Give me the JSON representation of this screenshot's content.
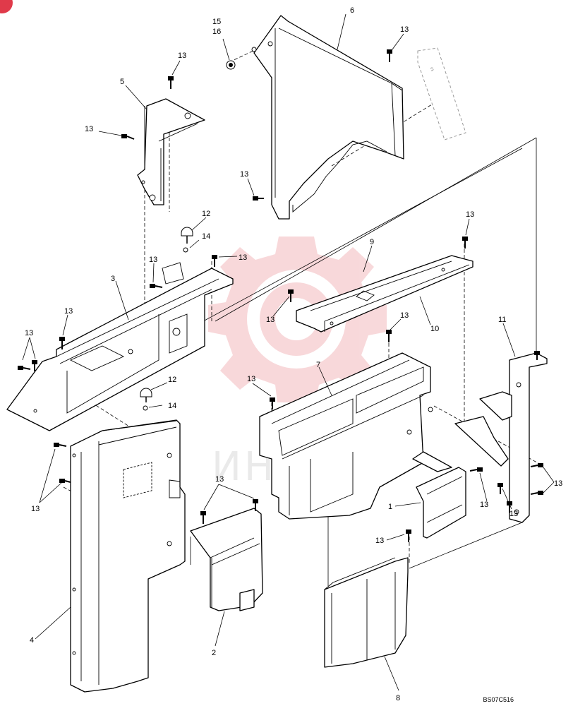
{
  "diagram": {
    "drawing_code": "BS07C516",
    "watermark_text": "ИНТЕХ",
    "colors": {
      "line": "#000000",
      "watermark": "#f3b9bd",
      "badge": "#e03a4a"
    },
    "callouts": [
      {
        "id": "c1",
        "label": "1"
      },
      {
        "id": "c2",
        "label": "2"
      },
      {
        "id": "c3",
        "label": "3"
      },
      {
        "id": "c4",
        "label": "4"
      },
      {
        "id": "c5",
        "label": "5"
      },
      {
        "id": "c6",
        "label": "6"
      },
      {
        "id": "c7",
        "label": "7"
      },
      {
        "id": "c8",
        "label": "8"
      },
      {
        "id": "c9",
        "label": "9"
      },
      {
        "id": "c10",
        "label": "10"
      },
      {
        "id": "c11",
        "label": "11"
      },
      {
        "id": "c12a",
        "label": "12"
      },
      {
        "id": "c12b",
        "label": "12"
      },
      {
        "id": "c13",
        "label": "13"
      },
      {
        "id": "c14a",
        "label": "14"
      },
      {
        "id": "c14b",
        "label": "14"
      },
      {
        "id": "c15",
        "label": "15"
      },
      {
        "id": "c16",
        "label": "16"
      }
    ]
  }
}
